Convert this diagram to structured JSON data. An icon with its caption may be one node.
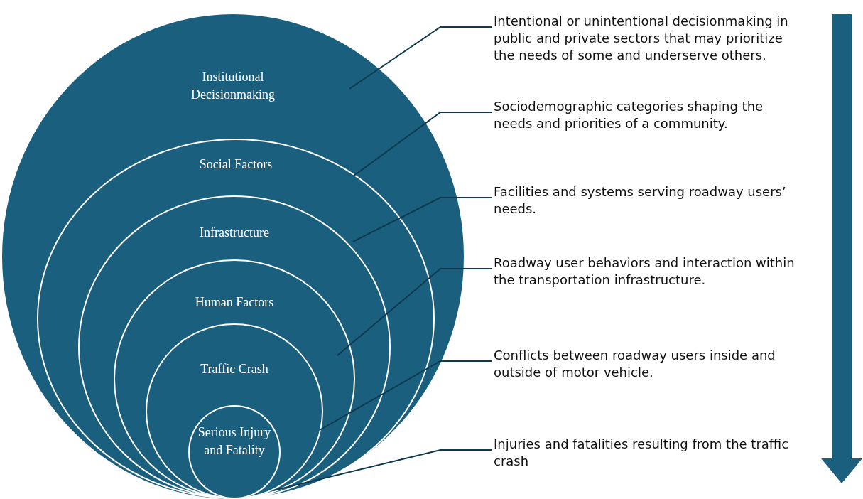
{
  "diagram": {
    "nodes": [
      {
        "text": [
          "Institutional Decisionmaking"
        ]
      },
      {
        "text": [
          "Social Factors"
        ],
        "in": 0
      },
      {
        "text": [
          "Infrastructure"
        ],
        "in": 1
      },
      {
        "text": [
          "Human Factors"
        ],
        "in": 2
      },
      {
        "text": [
          "Traffic Crash"
        ],
        "in": 3
      },
      {
        "text": [
          "Serious Injury and Fatality"
        ],
        "in": 4
      },
      {
        "text": [
          "Intentional or unintentional decisionmaking in public and private sectors that may prioritize the needs of some and underserve others."
        ]
      },
      {
        "text": [
          "Sociodemographic categories shaping the needs and priorities of a community."
        ]
      },
      {
        "text": [
          "Facilities and systems serving roadway users’ needs."
        ]
      },
      {
        "text": [
          "Roadway user behaviors and interaction within the transportation infrastructure."
        ]
      },
      {
        "text": [
          "Conflicts between roadway users inside and outside of motor vehicle."
        ]
      },
      {
        "text": [
          "Injuries and fatalities resulting from the traffic crash"
        ]
      }
    ],
    "edges": [
      {
        "from": 6,
        "to": 0,
        "arrow": "none"
      },
      {
        "from": 7,
        "to": 1,
        "arrow": "none"
      },
      {
        "from": 8,
        "to": 2,
        "arrow": "none"
      },
      {
        "from": 9,
        "to": 3,
        "arrow": "none"
      },
      {
        "from": 10,
        "to": 4,
        "arrow": "none"
      },
      {
        "from": 11,
        "to": 5,
        "arrow": "none"
      }
    ]
  }
}
